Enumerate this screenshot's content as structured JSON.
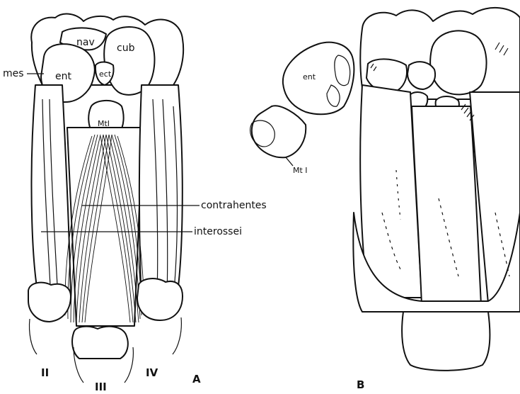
{
  "labels": {
    "nav": "nav",
    "cub": "cub",
    "mes": "mes",
    "ent": "ent",
    "ect": "ect",
    "mt1": "MtI",
    "contrahentes": "contrahentes",
    "interossei": "interossei",
    "digit2": "II",
    "digit3": "III",
    "digit4": "IV",
    "panelA": "A",
    "panelB": "B",
    "inset_ent": "ent",
    "inset_mt1": "Mt I"
  },
  "colors": {
    "ink": "#111111",
    "paper": "#ffffff"
  }
}
